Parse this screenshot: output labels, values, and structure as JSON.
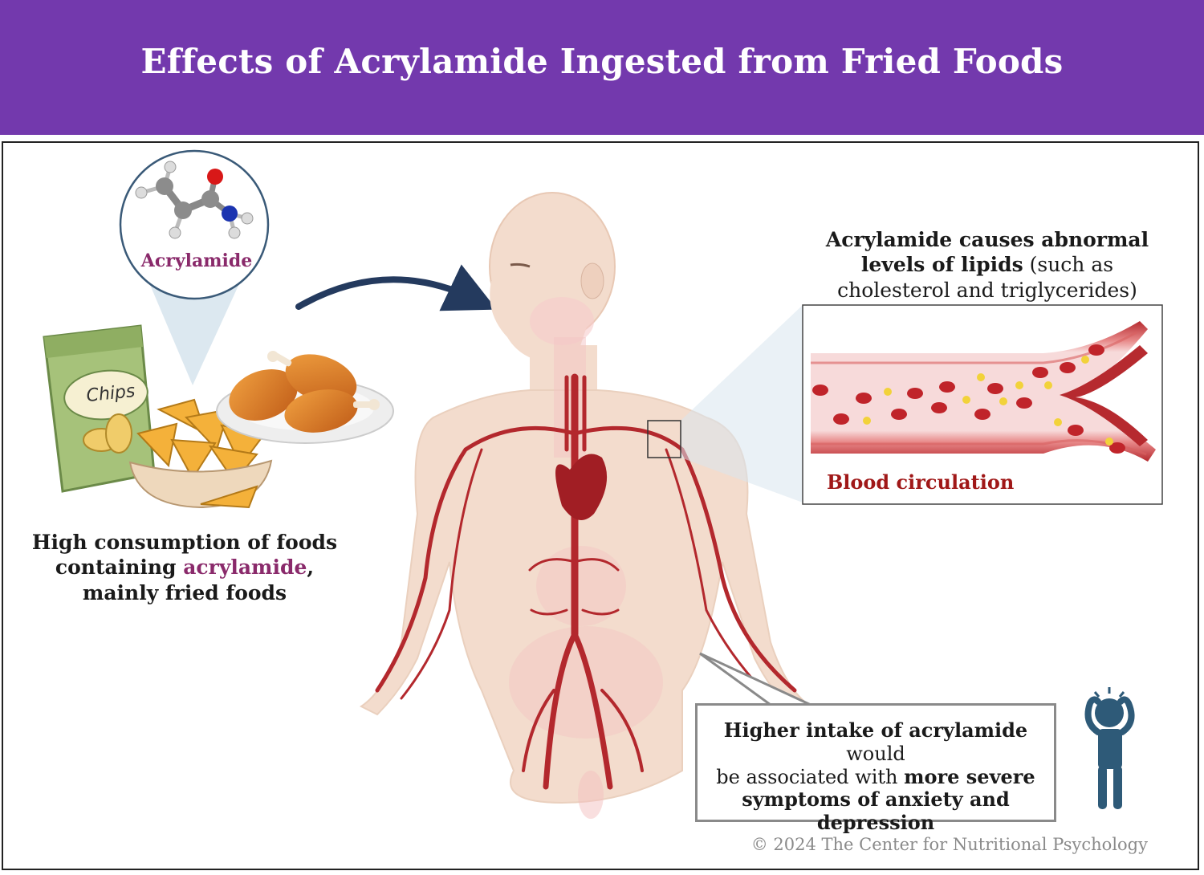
{
  "title": "Effects of Acrylamide Ingested from Fried Foods",
  "molecule": {
    "label": "Acrylamide"
  },
  "chips_bag_label": "Chips",
  "left_caption": {
    "line1": "High consumption of foods",
    "line2_pre": "containing ",
    "line2_highlight": "acrylamide",
    "line2_post": ",",
    "line3": "mainly fried foods"
  },
  "lipid_caption": {
    "bold1": "Acrylamide causes abnormal",
    "bold2": "levels of lipids",
    "normal2": " (such as",
    "line3": "cholesterol and triglycerides)"
  },
  "blood_label": "Blood circulation",
  "anxiety_box": {
    "bold1": "Higher intake of acrylamide",
    "normal1": " would",
    "normal2": "be associated with ",
    "bold2": "more severe",
    "bold3": "symptoms of anxiety and",
    "bold4": "depression"
  },
  "copyright": "© 2024 The Center for Nutritional Psychology",
  "colors": {
    "header": "#7339ad",
    "accent_purple": "#8a2a6b",
    "blood_red": "#a01818",
    "skin": "#f3dccd",
    "artery": "#b3282d",
    "person": "#2e5a78"
  }
}
